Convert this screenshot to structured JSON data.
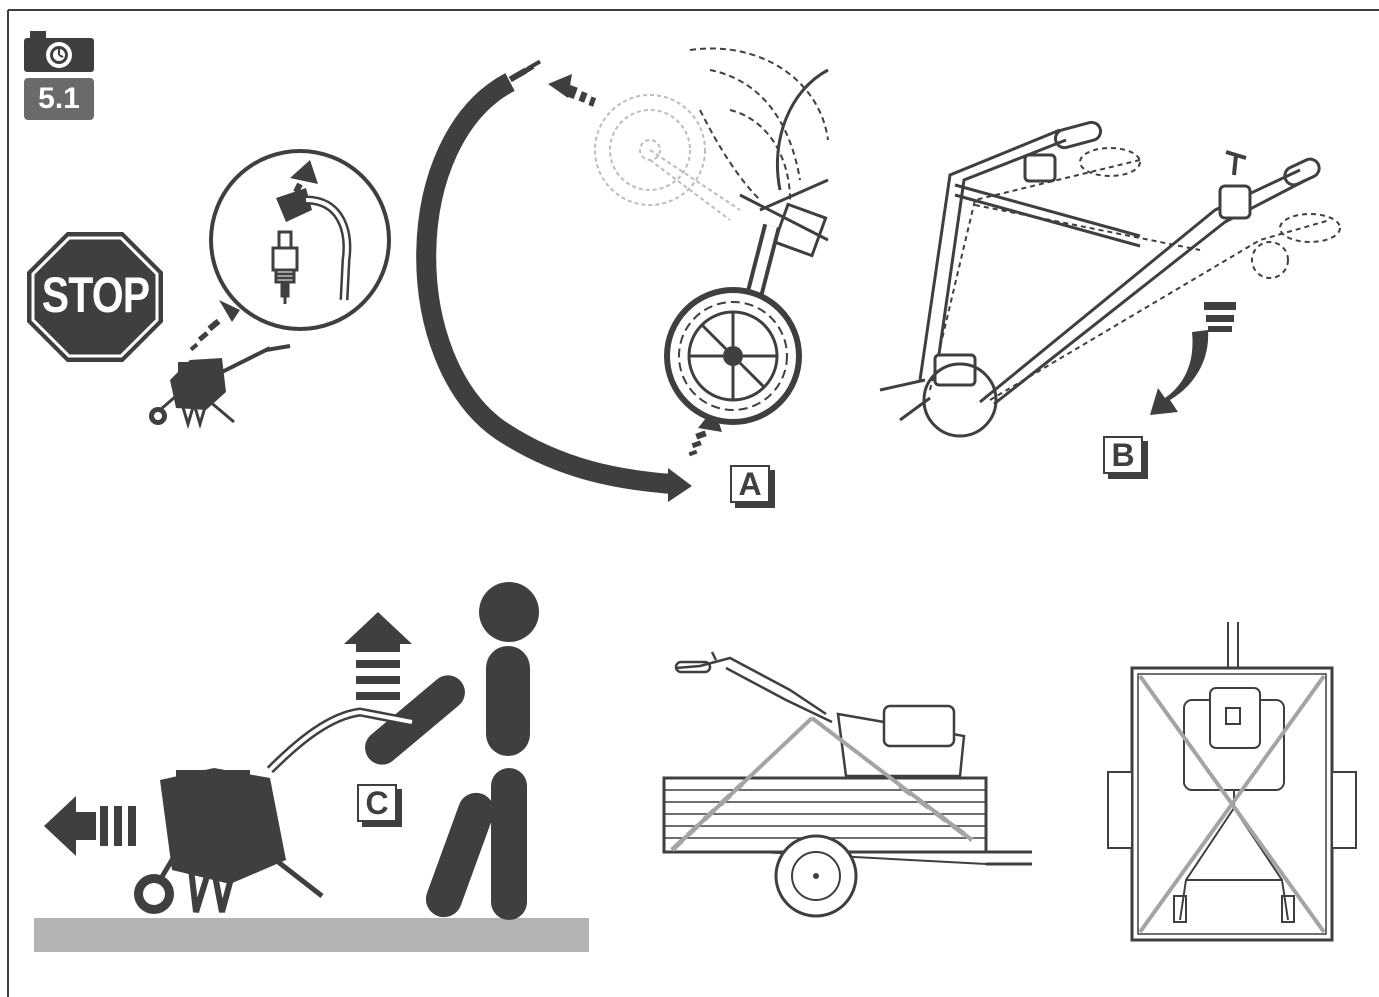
{
  "header": {
    "camera_icon": "camera-icon",
    "section_id": "5.1"
  },
  "stop_sign": {
    "label": "STOP",
    "color": "#3f3f41"
  },
  "steps": {
    "a": "A",
    "b": "B",
    "c": "C"
  },
  "icons": [
    "camera-icon",
    "stop-sign-icon",
    "spark-plug-icon",
    "tiller-icon",
    "wheel-icon",
    "handlebar-icon",
    "person-icon",
    "trailer-icon",
    "arrow-icon"
  ],
  "colors": {
    "dark": "#3f3f41",
    "medium_gray": "#6a6a6c",
    "light_gray": "#b3b3b5",
    "outline_gray": "#bcbcbe"
  }
}
